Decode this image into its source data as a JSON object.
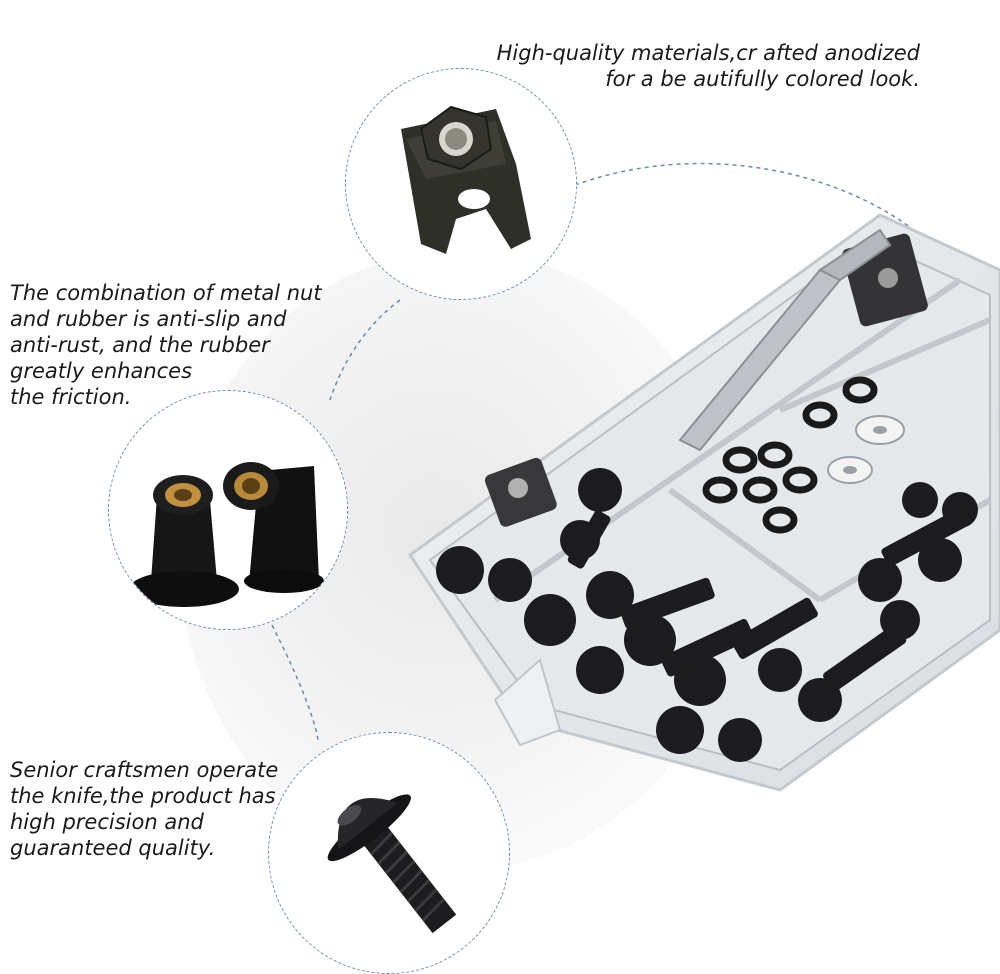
{
  "captions": {
    "top": "High-quality materials,cr afted anodized\nfor a be autifully colored look.",
    "middle": "The combination of metal nut\nand rubber is anti-slip and\nanti-rust, and the rubber\ngreatly enhances\nthe friction.",
    "bottom": "Senior craftsmen operate\nthe knife,the product has\nhigh precision and\nguaranteed quality."
  },
  "colors": {
    "dash_line": "#6f89a6",
    "hardware_black": "#1c1c1e",
    "brass": "#b8893a",
    "box_plastic": "#e8ecef"
  },
  "images": {
    "clip_nut": "u-clip-nut-icon",
    "well_nut": "rubber-well-nut-icon",
    "bolt": "button-head-bolt-icon",
    "kit_box": "fairing-bolt-kit-box"
  }
}
